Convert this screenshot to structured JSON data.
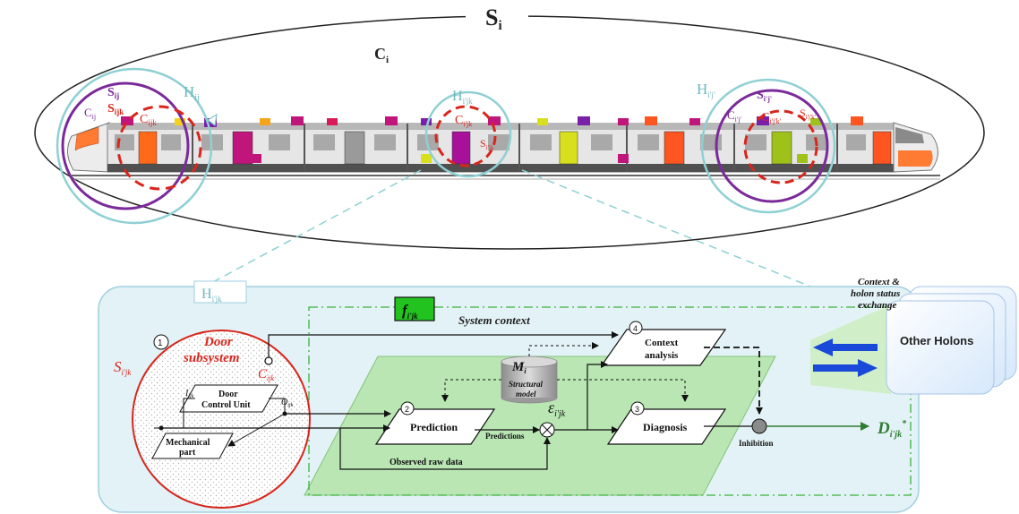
{
  "labels": {
    "system": "S",
    "system_sub": "i",
    "context": "C",
    "context_sub": "i",
    "holon_left": "H",
    "holon_left_sub": "ij",
    "subsys_left": "S",
    "subsys_left_sub": "ij",
    "subsys_left2": "S",
    "subsys_left2_sub": "ijk",
    "ctx_left": "C",
    "ctx_left_sub": "ij",
    "ctx_left2": "C",
    "ctx_left2_sub": "ijk",
    "holon_mid": "H",
    "holon_mid_sub": "i'jk",
    "ctx_mid": "C",
    "ctx_mid_sub": "i'jk",
    "subsys_mid": "S",
    "subsys_mid_sub": "i'jk",
    "holon_right": "H",
    "holon_right_sub": "i'j'",
    "subsys_right": "S",
    "subsys_right_sub": "i'j'",
    "ctx_right": "C",
    "ctx_right_sub": "i'j'",
    "ctx_right2": "C",
    "ctx_right2_sub": "i'j'k'",
    "subsys_right2": "S",
    "subsys_right2_sub": "i'j'k'",
    "holon_box": "H",
    "holon_box_sub": "i'jk",
    "f_label": "f",
    "f_sub": "i'jk",
    "system_context": "System context",
    "door_subsystem_1": "Door",
    "door_subsystem_2": "subsystem",
    "s_door": "S",
    "s_door_sub": "i'jk",
    "c_door": "C",
    "c_door_sub": "ijk",
    "input": "I",
    "input_sub": "ijk",
    "output": "O",
    "output_sub": "ijk",
    "door_control_1": "Door",
    "door_control_2": "Control Unit",
    "mechanical_1": "Mechanical",
    "mechanical_2": "part",
    "prediction": "Prediction",
    "predictions": "Predictions",
    "observed": "Observed raw data",
    "diagnosis": "Diagnosis",
    "context_analysis_1": "Context",
    "context_analysis_2": "analysis",
    "model_m": "M",
    "model_m_sub": "i",
    "structural_1": "Structural",
    "structural_2": "model",
    "epsilon": "ε",
    "epsilon_sub": "i'jk",
    "inhibition": "Inhibition",
    "output_d": "D",
    "output_d_sub": "i'jk",
    "output_d_sup": "*",
    "other_holons": "Other Holons",
    "exchange_1": "Context &",
    "exchange_2": "holon status",
    "exchange_3": "exchange",
    "step1": "1",
    "step2": "2",
    "step3": "3",
    "step4": "4"
  },
  "colors": {
    "red": "#d9261c",
    "purple": "#7a2a9a",
    "teal": "#7cc4c8",
    "green": "#2e7d32",
    "box_fill": "#e3f2f6",
    "plane_fill": "#b9e6b3",
    "blue_arrow": "#1849d8"
  },
  "icons": [
    "multiply-node-icon",
    "inhibition-node-icon",
    "database-icon"
  ]
}
